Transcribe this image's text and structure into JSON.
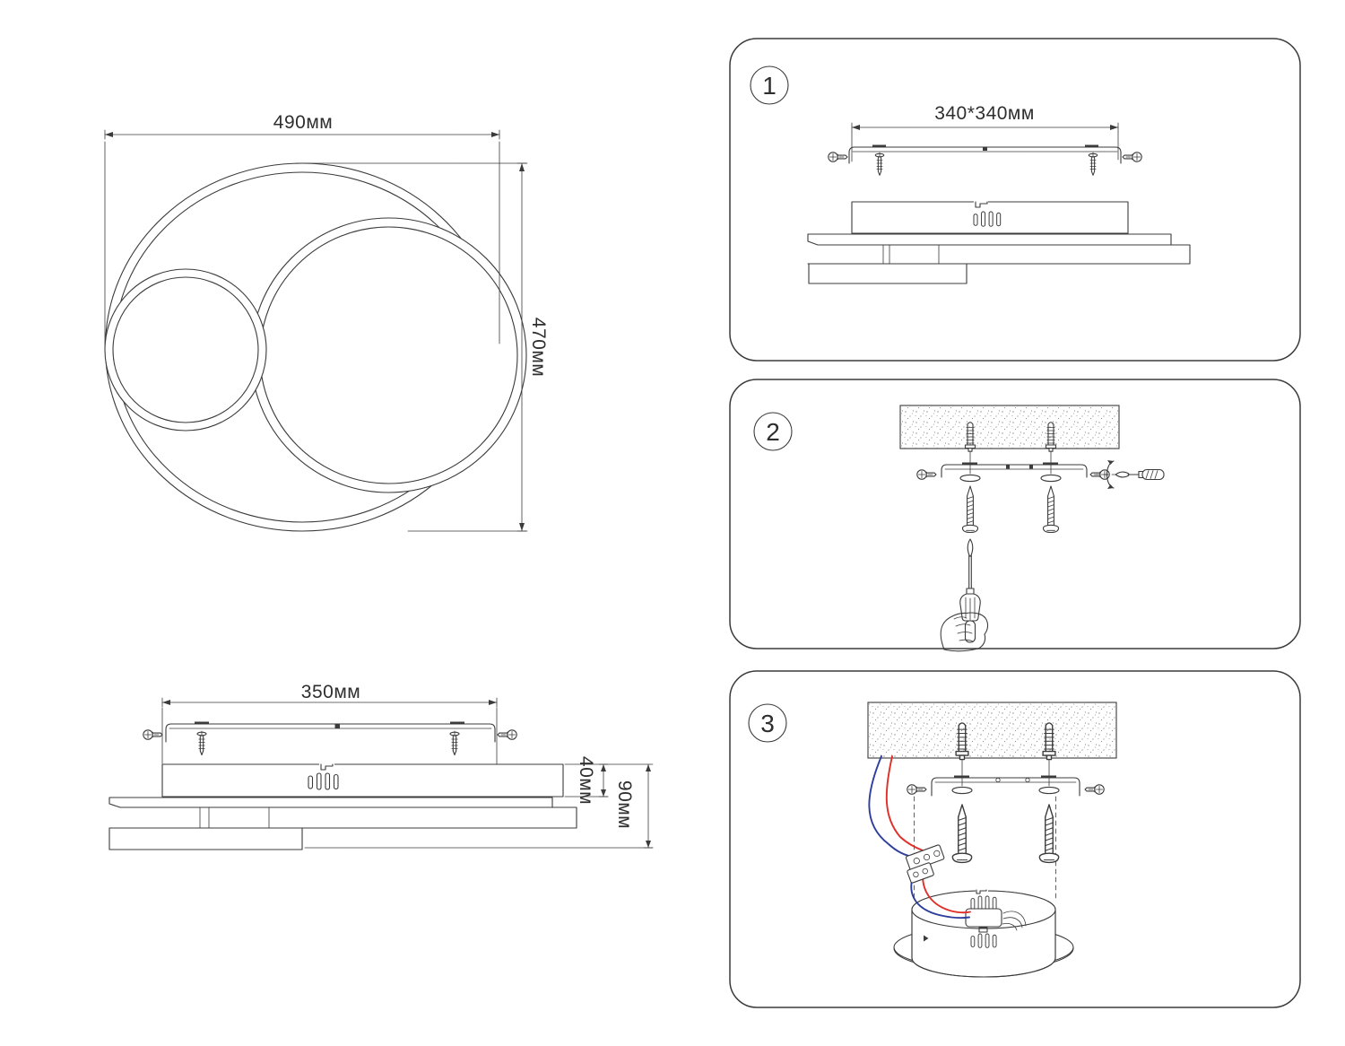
{
  "colors": {
    "line": "#3b3b3b",
    "text": "#2e2e2e",
    "background": "#ffffff",
    "wire_red": "#df2f28",
    "wire_blue": "#2e3e9d",
    "stipple_dot": "#8f8f8f"
  },
  "top_view": {
    "width_label": "490мм",
    "height_label": "470мм"
  },
  "side_view": {
    "width_label": "350мм",
    "body_height_label": "40мм",
    "total_height_label": "90мм"
  },
  "steps": [
    {
      "number": "1",
      "dimension_label": "340*340мм"
    },
    {
      "number": "2"
    },
    {
      "number": "3"
    }
  ]
}
